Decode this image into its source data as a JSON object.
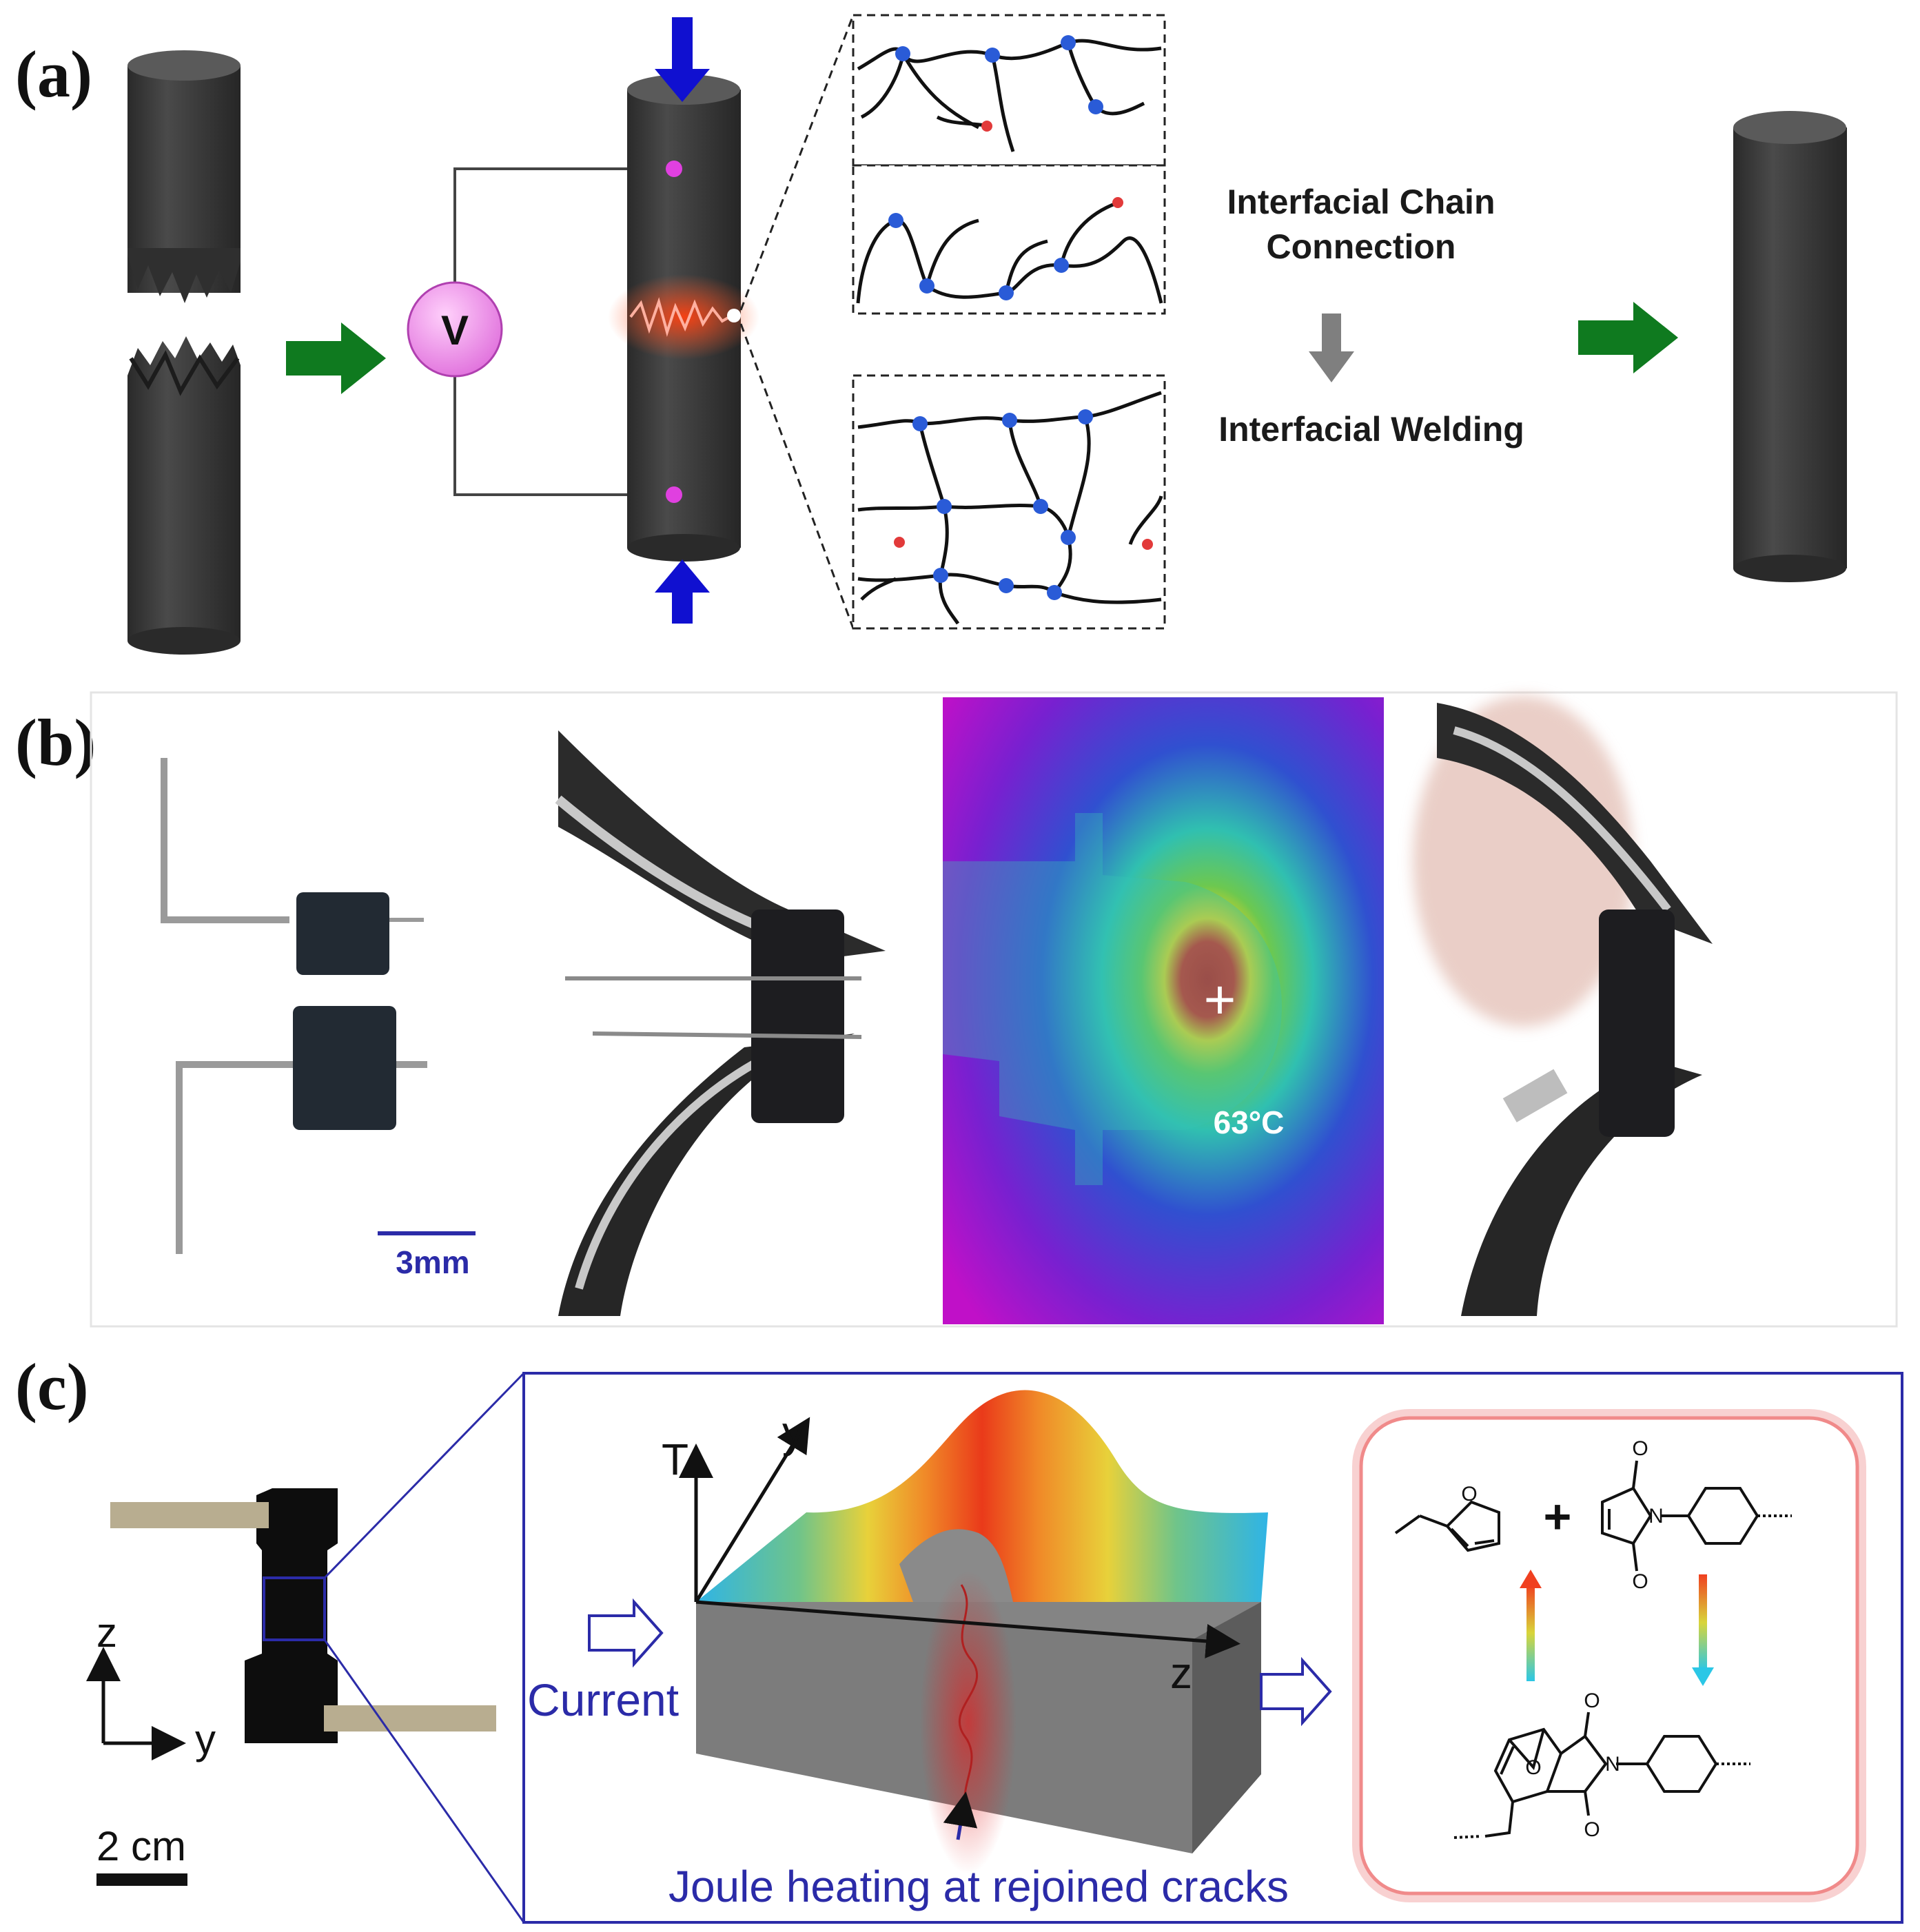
{
  "panels": {
    "a": {
      "label": "(a)",
      "voltmeter": "V",
      "process_step_1": [
        "Interfacial Chain",
        "Connection"
      ],
      "process_step_2": "Interfacial Welding"
    },
    "b": {
      "label": "(b)",
      "scale_bar": "3mm",
      "temperature": "63°C"
    },
    "c": {
      "label": "(c)",
      "axis_z": "z",
      "axis_y": "y",
      "scale_bar": "2 cm",
      "plot_axis_T": "T",
      "plot_axis_y": "y",
      "plot_axis_z": "z",
      "current_label": "Current",
      "heating_caption": "Joule heating at rejoined cracks",
      "chem_plus": "+",
      "chem_O": "O",
      "chem_N": "N"
    }
  },
  "colors": {
    "cylinder": "#3d3d3d",
    "green_arrow": "#0f7a1f",
    "blue_arrow": "#1010d0",
    "crosslink": "#2a5bd7",
    "chain_end": "#e23a3a",
    "voltmeter": "#f6a6f2",
    "frame_blue": "#2b2ba8"
  }
}
